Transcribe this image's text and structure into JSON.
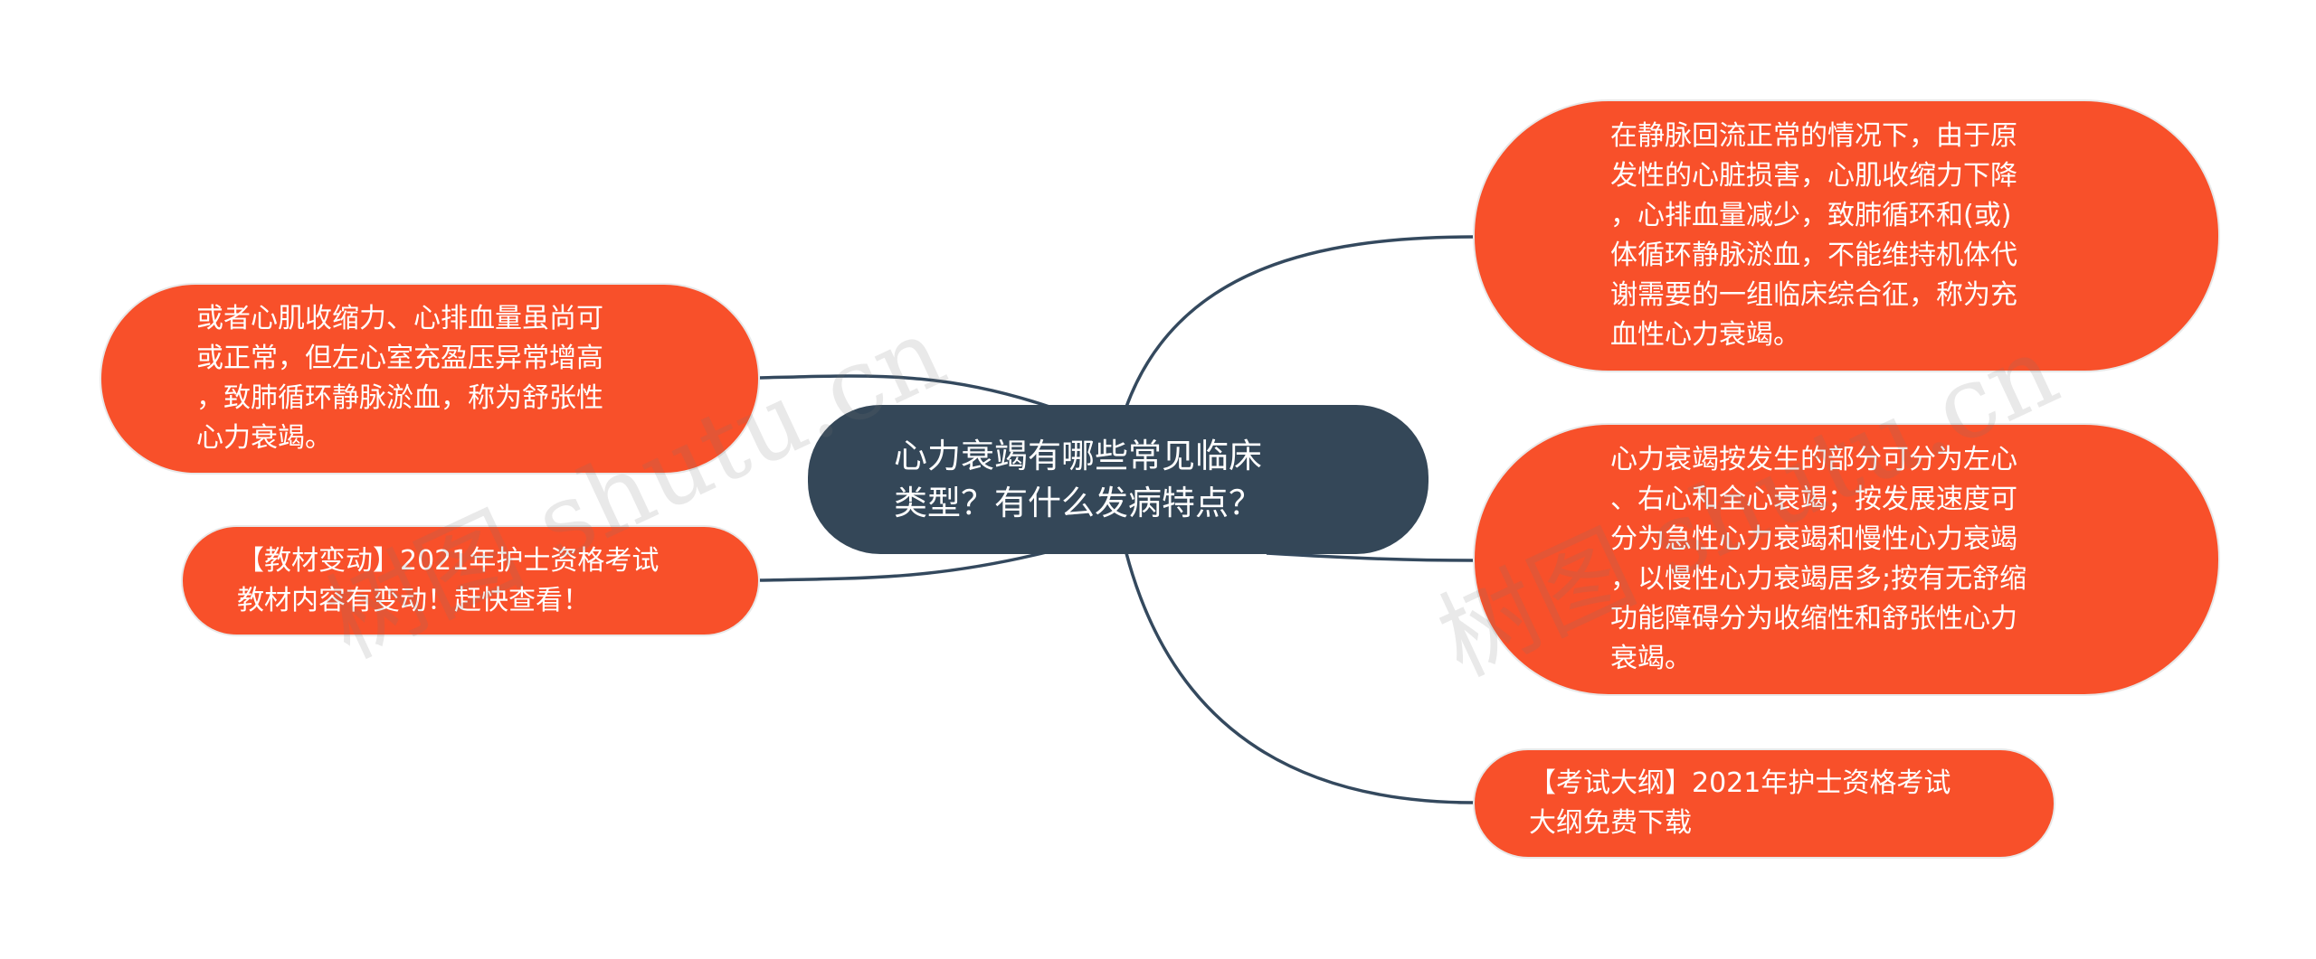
{
  "center": {
    "text": "心力衰竭有哪些常见临床\n类型？有什么发病特点？"
  },
  "left": [
    {
      "text": "或者心肌收缩力、心排血量虽尚可\n或正常，但左心室充盈压异常增高\n，致肺循环静脉淤血，称为舒张性\n心力衰竭。"
    },
    {
      "text": "【教材变动】2021年护士资格考试\n教材内容有变动！赶快查看！"
    }
  ],
  "right": [
    {
      "text": "在静脉回流正常的情况下，由于原\n发性的心脏损害，心肌收缩力下降\n，心排血量减少，致肺循环和(或)\n体循环静脉淤血，不能维持机体代\n谢需要的一组临床综合征，称为充\n血性心力衰竭。"
    },
    {
      "text": "心力衰竭按发生的部分可分为左心\n、右心和全心衰竭；按发展速度可\n分为急性心力衰竭和慢性心力衰竭\n，以慢性心力衰竭居多;按有无舒缩\n功能障碍分为收缩性和舒张性心力\n衰竭。"
    },
    {
      "text": "【考试大纲】2021年护士资格考试\n大纲免费下载"
    }
  ],
  "watermark": {
    "left_text": "树图 shutu.cn",
    "right_text": "树图 shutu.cn"
  },
  "colors": {
    "center_fill": "#344758",
    "leaf_fill": "#f8502a",
    "connector": "#34495e"
  }
}
